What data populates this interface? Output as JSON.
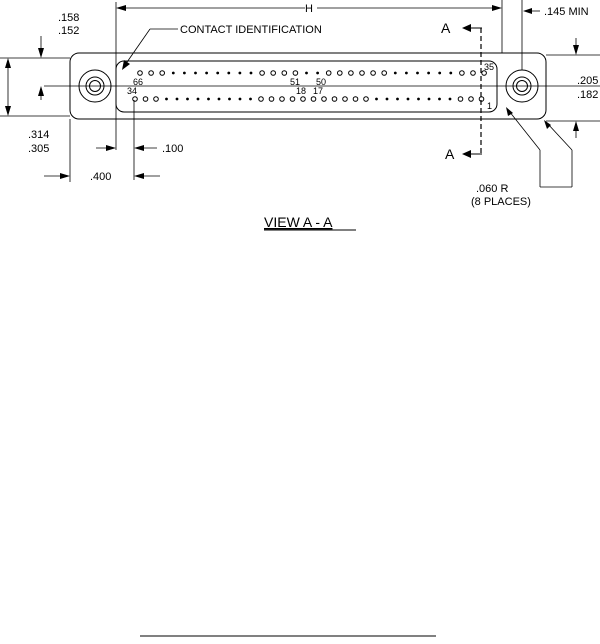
{
  "dimensions": {
    "h": "H",
    "flange_top_upper": ".158",
    "flange_top_lower": ".152",
    "height_upper": ".314",
    "height_lower": ".305",
    "hole_upper": ".205",
    "hole_lower": ".182",
    "min_clearance": ".145 MIN",
    "pitch": ".100",
    "offset": ".400",
    "radius": ".060 R",
    "radius_places": "(8 PLACES)"
  },
  "labels": {
    "contact_identification": "CONTACT IDENTIFICATION",
    "section_top": "A",
    "section_bottom": "A",
    "view_title": "VIEW  A - A"
  },
  "contact_numbers": {
    "c66": "66",
    "c51": "51",
    "c50": "50",
    "c35": "35",
    "c34": "34",
    "c18": "18",
    "c17": "17",
    "c1": "1"
  }
}
